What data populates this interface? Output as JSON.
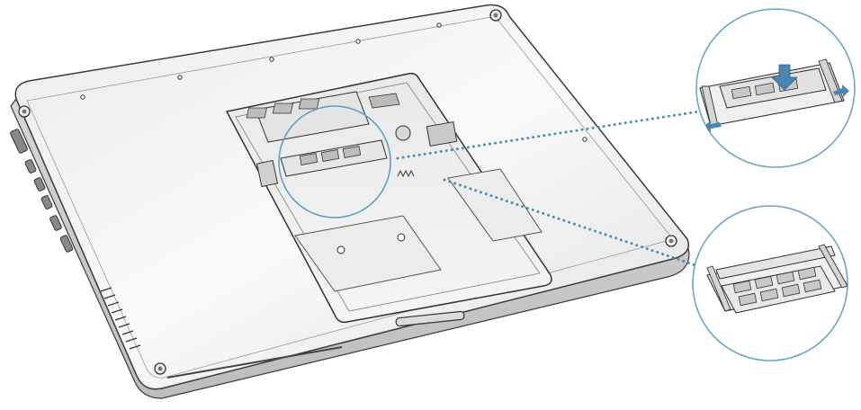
{
  "figure": {
    "subject": "notebook-underside-memory-installation",
    "colors": {
      "body_light": "#f4f4f4",
      "body_shade": "#d9d9d9",
      "outline": "#3a3a3a",
      "callout": "#4f90b0",
      "arrow": "#4a86b4",
      "chip": "#c8c8c8"
    },
    "callouts": [
      {
        "id": "callout-insert",
        "target": "zoom-insert-module"
      },
      {
        "id": "callout-module",
        "target": "zoom-memory-module"
      }
    ]
  }
}
